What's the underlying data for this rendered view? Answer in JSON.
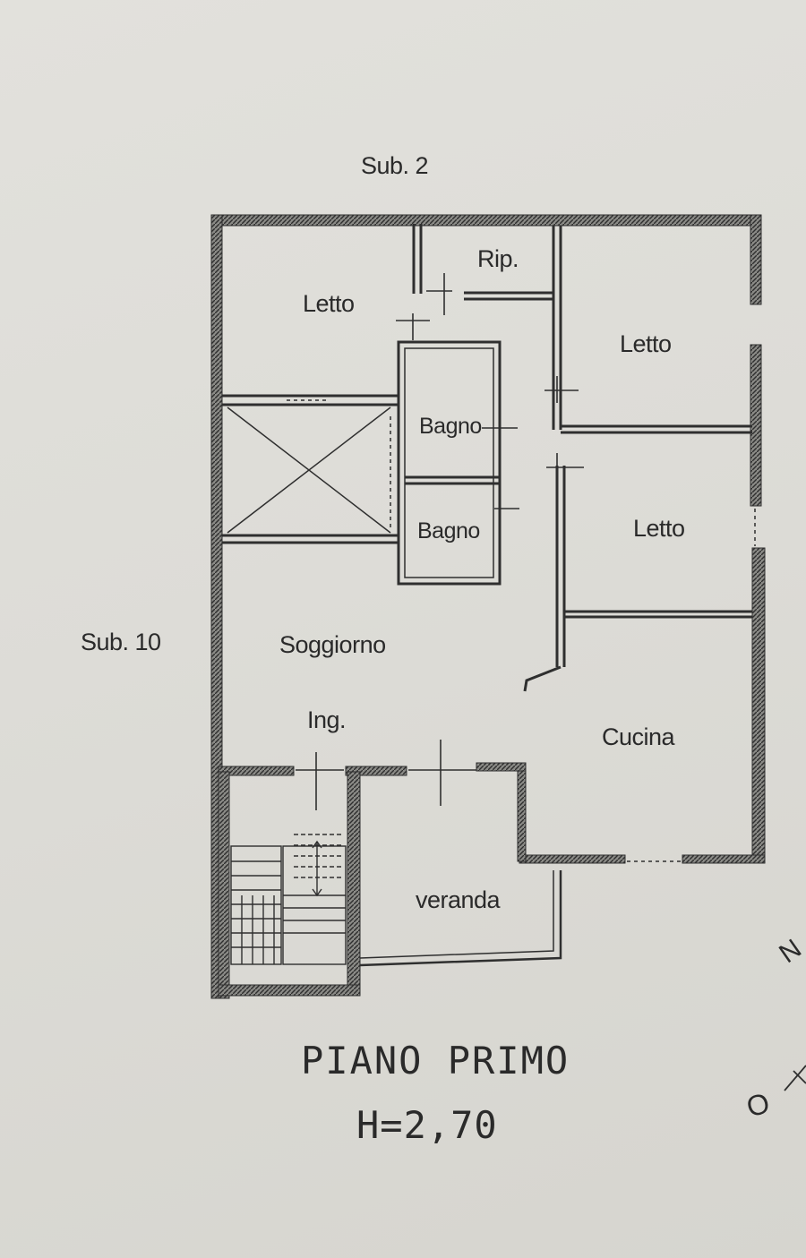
{
  "labels": {
    "sub_top": "Sub. 2",
    "sub_left": "Sub. 10",
    "rooms": {
      "letto_nw": "Letto",
      "rip": "Rip.",
      "letto_ne": "Letto",
      "bagno_upper": "Bagno",
      "bagno_lower": "Bagno",
      "letto_e": "Letto",
      "soggiorno": "Soggiorno",
      "ingresso": "Ing.",
      "cucina": "Cucina",
      "veranda": "veranda"
    }
  },
  "footer": {
    "floor_name": "PIANO PRIMO",
    "height": "H=2,70"
  },
  "compass": {
    "north": "N",
    "west": "O"
  },
  "colors": {
    "paper": "#dddcd7",
    "ink": "#2a2a2a"
  }
}
